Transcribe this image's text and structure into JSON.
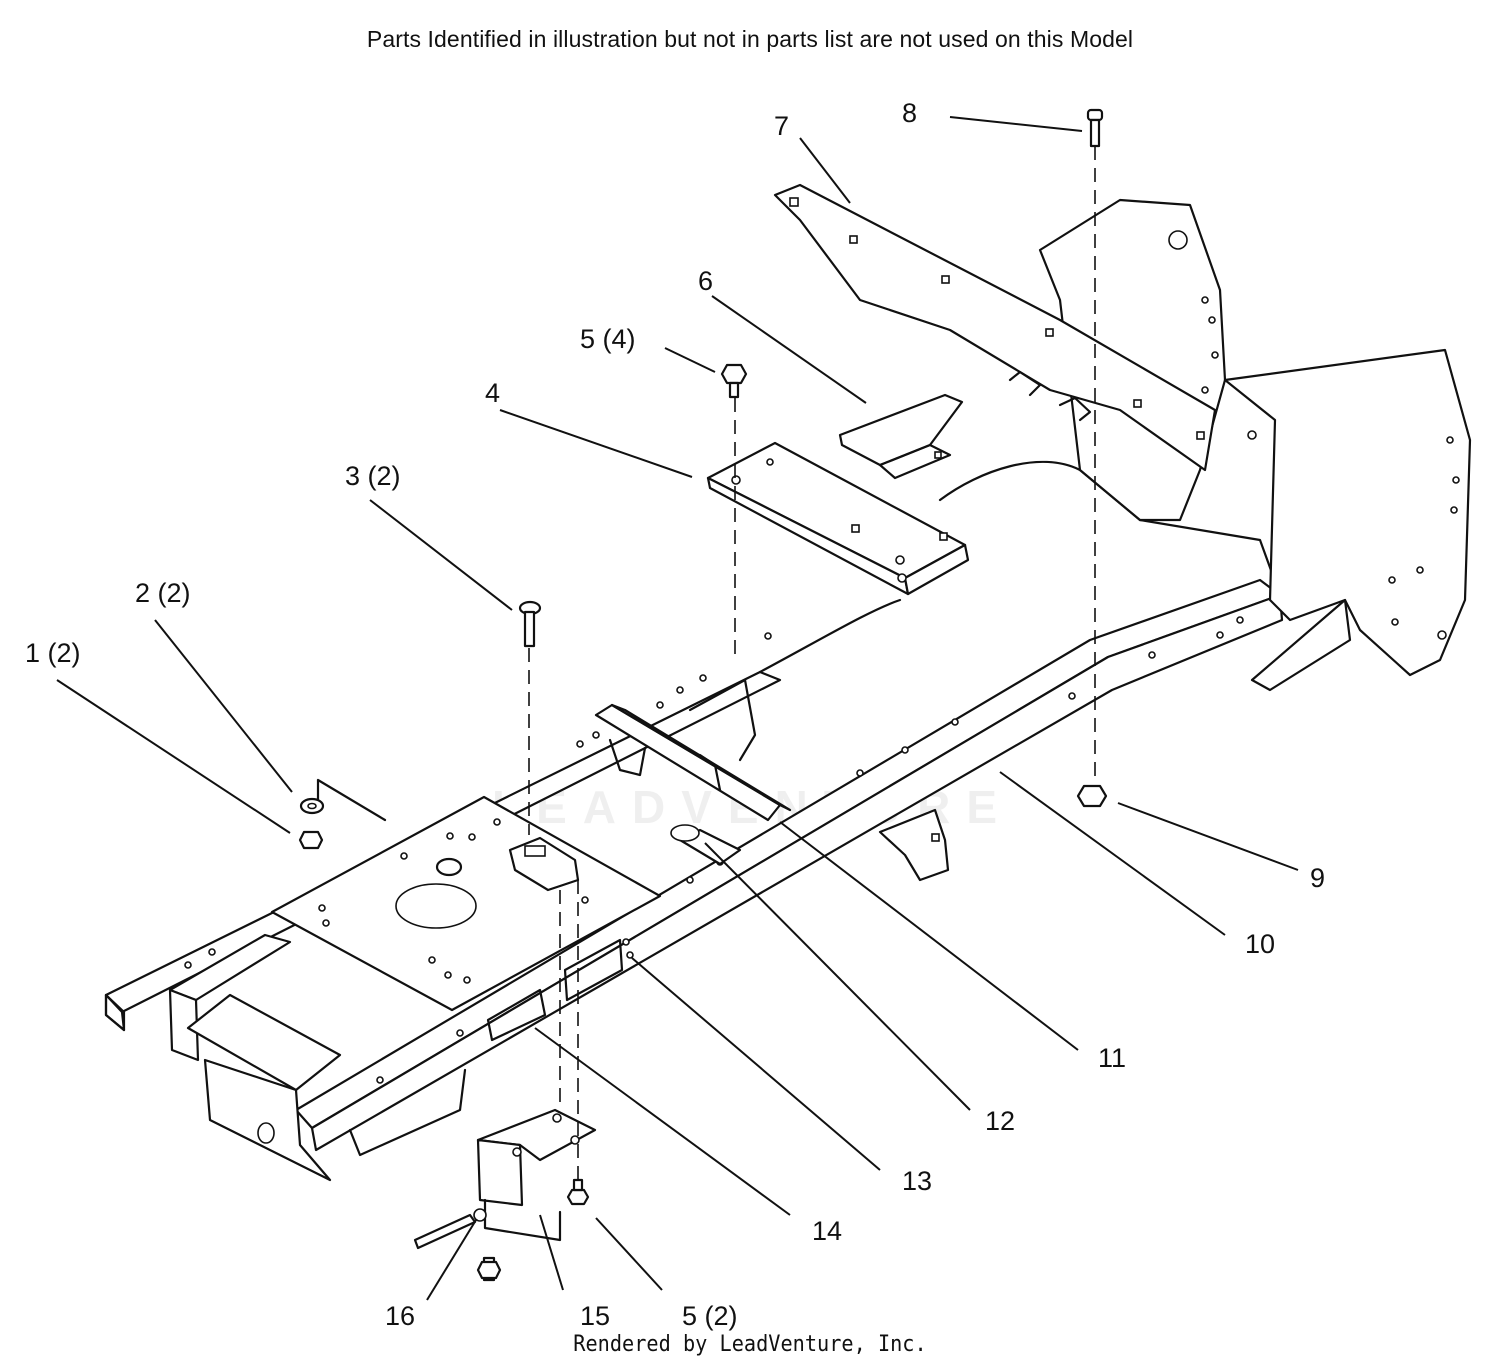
{
  "header": {
    "note": "Parts Identified  in illustration but not in parts list are not used on this Model"
  },
  "footer": {
    "credit": "Rendered by LeadVenture, Inc."
  },
  "watermark": {
    "text": "LEADVENTURE"
  },
  "callouts": [
    {
      "id": "c1",
      "label": "1 (2)"
    },
    {
      "id": "c2",
      "label": "2 (2)"
    },
    {
      "id": "c3",
      "label": "3 (2)"
    },
    {
      "id": "c4",
      "label": "4"
    },
    {
      "id": "c5a",
      "label": "5 (4)"
    },
    {
      "id": "c6",
      "label": "6"
    },
    {
      "id": "c7",
      "label": "7"
    },
    {
      "id": "c8",
      "label": "8"
    },
    {
      "id": "c9",
      "label": "9"
    },
    {
      "id": "c10",
      "label": "10"
    },
    {
      "id": "c11",
      "label": "11"
    },
    {
      "id": "c12",
      "label": "12"
    },
    {
      "id": "c13",
      "label": "13"
    },
    {
      "id": "c14",
      "label": "14"
    },
    {
      "id": "c15",
      "label": "15"
    },
    {
      "id": "c16",
      "label": "16"
    },
    {
      "id": "c5b",
      "label": "5 (2)"
    }
  ]
}
